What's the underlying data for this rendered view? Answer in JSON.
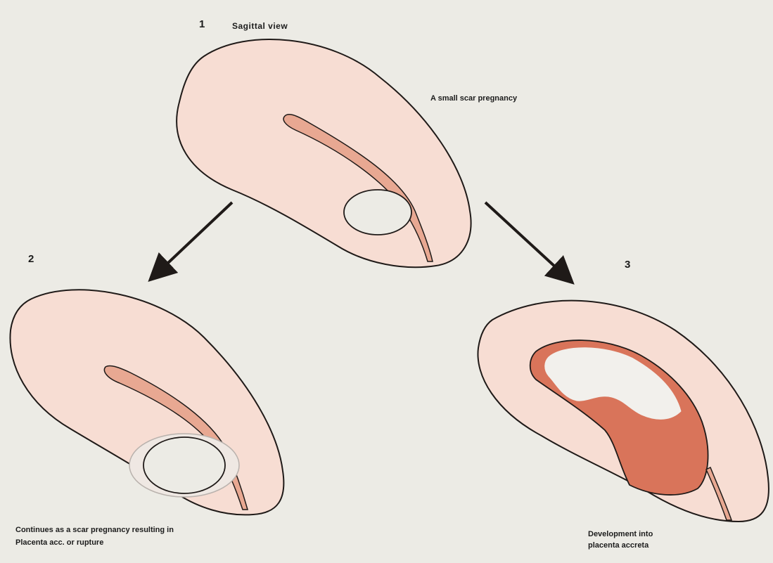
{
  "diagram": {
    "view_title": "Sagittal view",
    "top": {
      "number": "1",
      "caption": "A small scar pregnancy"
    },
    "left": {
      "number": "2",
      "caption_line1": "Continues as a scar pregnancy resulting in",
      "caption_line2": "Placenta acc. or rupture"
    },
    "right": {
      "number": "3",
      "caption_line1": "Development into",
      "caption_line2": "placenta accreta"
    }
  },
  "colors": {
    "uterus_fill": "#f7ddd3",
    "cavity_fill": "#e8a892",
    "placenta_fill": "#d9745a",
    "sac_fill": "#ecebe5",
    "outline": "#1f1a18"
  }
}
